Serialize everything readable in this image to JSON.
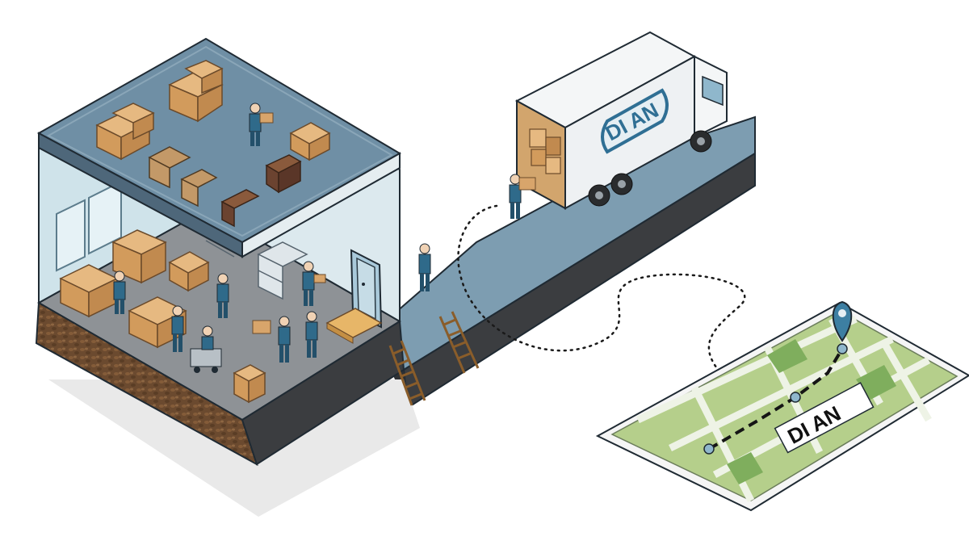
{
  "scene": {
    "truck_logo_text": "DI AN",
    "map_label_text": "DI AN",
    "icons": [
      "warehouse",
      "truck",
      "worker",
      "box",
      "ladder",
      "map",
      "location-pin",
      "route-line",
      "armchair",
      "shelf",
      "pallet",
      "door"
    ]
  },
  "colors": {
    "roof": "#6f8fa5",
    "road": "#7d9db1",
    "slab_side": "#3b3d40",
    "soil": "#6b4a2f",
    "box": "#d8a56b",
    "worker_blue": "#2f6a8a",
    "map_green": "#b5cf8b",
    "truck_logo": "#2f6f94"
  }
}
